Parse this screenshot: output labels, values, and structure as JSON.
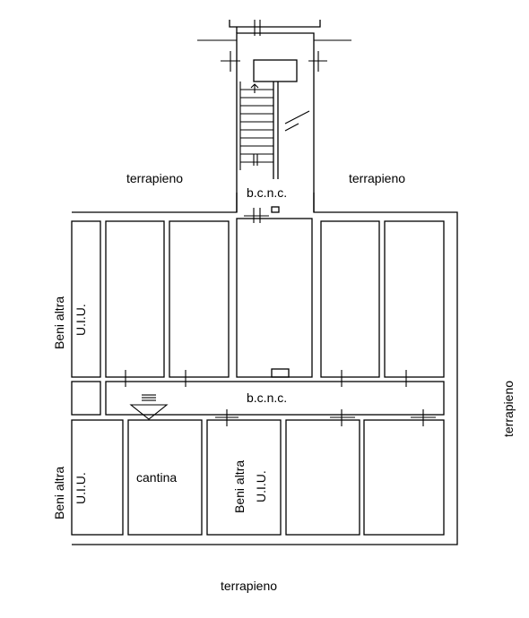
{
  "labels": {
    "terrapieno_left": "terrapieno",
    "terrapieno_right": "terrapieno",
    "terrapieno_side": "terrapieno",
    "terrapieno_bottom": "terrapieno",
    "stair_bcnc": "b.c.n.c.",
    "corridor_bcnc": "b.c.n.c.",
    "cantina": "cantina",
    "beni_altra": "Beni altra",
    "uiu": "U.I.U."
  }
}
